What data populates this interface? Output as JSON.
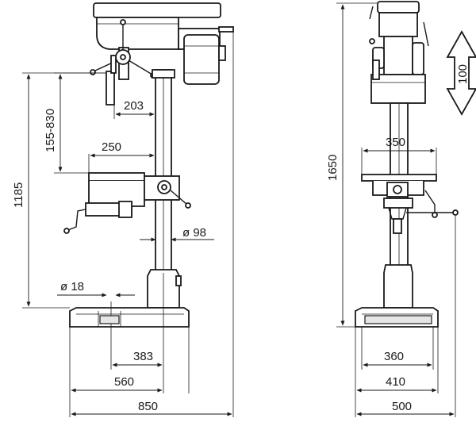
{
  "dimensions": {
    "side": {
      "d203": "203",
      "d155_830": "155-830",
      "d250": "250",
      "d1185": "1185",
      "d98": "ø 98",
      "d18": "ø 18",
      "d383": "383",
      "d560": "560",
      "d850": "850"
    },
    "front": {
      "d1650": "1650",
      "d100": "100",
      "d350": "350",
      "d360": "360",
      "d410": "410",
      "d500": "500"
    }
  }
}
